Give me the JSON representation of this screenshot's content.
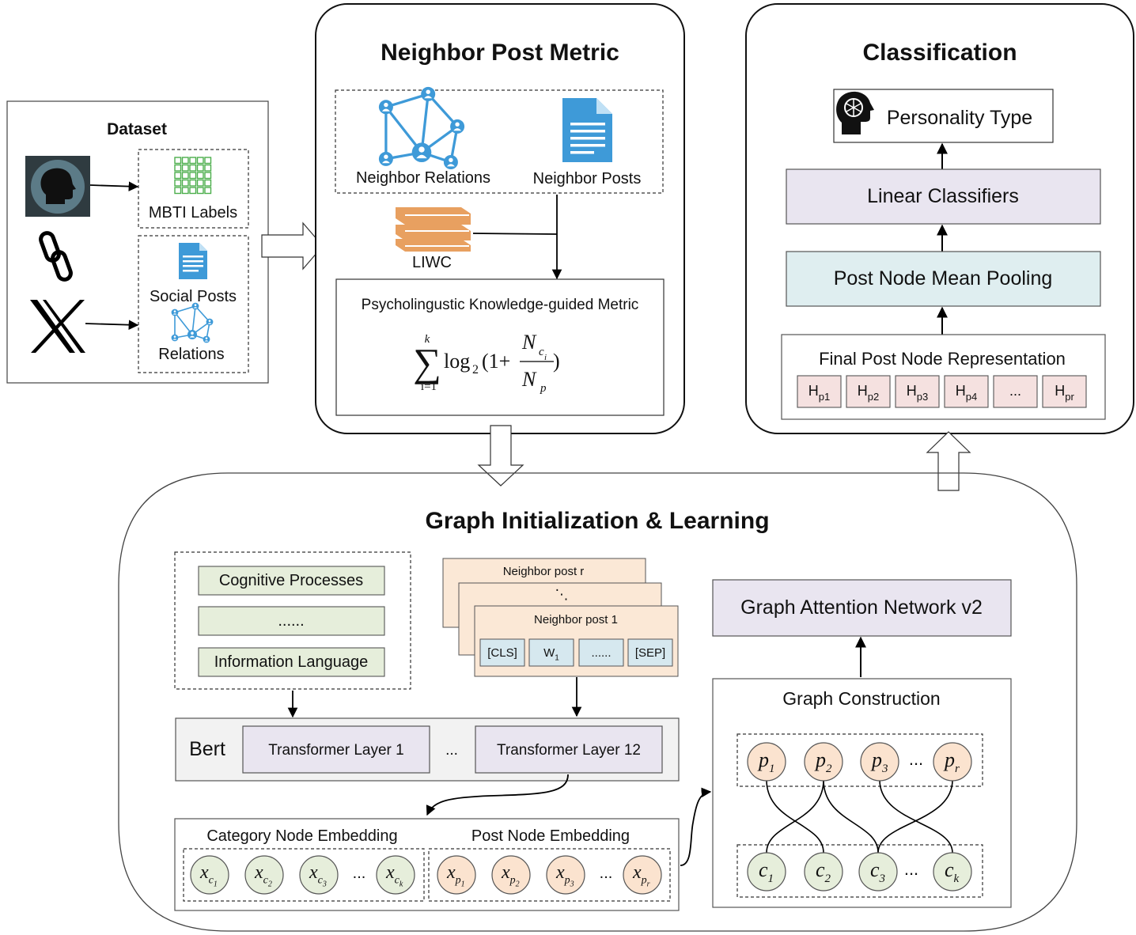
{
  "dataset": {
    "title": "Dataset",
    "mbti_labels": "MBTI Labels",
    "social_posts": "Social Posts",
    "relations": "Relations"
  },
  "npm": {
    "title": "Neighbor Post Metric",
    "neighbor_relations": "Neighbor Relations",
    "neighbor_posts": "Neighbor Posts",
    "liwc": "LIWC",
    "metric_title": "Psycholingustic Knowledge-guided Metric",
    "formula": {
      "sum_upper": "k",
      "sum_lower": "i=1",
      "log": "log",
      "log_sub": "2",
      "open": "(1+",
      "num": "N",
      "num_sub": "c",
      "num_subsub": "i",
      "den": "N",
      "den_sub": "p",
      "close": ")"
    }
  },
  "classification": {
    "title": "Classification",
    "personality_type": "Personality Type",
    "linear_classifiers": "Linear Classifiers",
    "mean_pooling": "Post Node Mean Pooling",
    "final_repr": "Final Post Node Representation",
    "h_cells": [
      {
        "main": "H",
        "sub": "p1"
      },
      {
        "main": "H",
        "sub": "p2"
      },
      {
        "main": "H",
        "sub": "p3"
      },
      {
        "main": "H",
        "sub": "p4"
      },
      {
        "main": "...",
        "sub": ""
      },
      {
        "main": "H",
        "sub": "pr"
      }
    ]
  },
  "gil": {
    "title": "Graph Initialization & Learning",
    "categories": [
      "Cognitive Processes",
      "......",
      "Information Language"
    ],
    "neighbor_post_r": "Neighbor post r",
    "neighbor_post_dots": "⋱",
    "neighbor_post_1": "Neighbor post 1",
    "tokens": [
      {
        "main": "[CLS]",
        "sub": ""
      },
      {
        "main": "W",
        "sub": "1"
      },
      {
        "main": "......",
        "sub": ""
      },
      {
        "main": "[SEP]",
        "sub": ""
      }
    ],
    "bert": "Bert",
    "transformer_1": "Transformer Layer 1",
    "transformer_dots": "...",
    "transformer_12": "Transformer Layer 12",
    "category_embedding": "Category Node Embedding",
    "post_embedding": "Post Node Embedding",
    "cat_nodes": [
      {
        "main": "x",
        "sub": "c",
        "subsub": "1"
      },
      {
        "main": "x",
        "sub": "c",
        "subsub": "2"
      },
      {
        "main": "x",
        "sub": "c",
        "subsub": "3"
      },
      {
        "main": "x",
        "sub": "c",
        "subsub": "k"
      }
    ],
    "post_nodes": [
      {
        "main": "x",
        "sub": "p",
        "subsub": "1"
      },
      {
        "main": "x",
        "sub": "p",
        "subsub": "2"
      },
      {
        "main": "x",
        "sub": "p",
        "subsub": "3"
      },
      {
        "main": "x",
        "sub": "p",
        "subsub": "r"
      }
    ],
    "node_dots": "...",
    "gat": "Graph Attention Network v2",
    "graph_construction": "Graph Construction",
    "p_nodes": [
      {
        "main": "p",
        "sub": "1"
      },
      {
        "main": "p",
        "sub": "2"
      },
      {
        "main": "p",
        "sub": "3"
      },
      {
        "main": "p",
        "sub": "r"
      }
    ],
    "c_nodes": [
      {
        "main": "c",
        "sub": "1"
      },
      {
        "main": "c",
        "sub": "2"
      },
      {
        "main": "c",
        "sub": "3"
      },
      {
        "main": "c",
        "sub": "k"
      }
    ],
    "graph_dots": "..."
  },
  "colors": {
    "purple_box": "#e9e5f0",
    "blue_box": "#dfeef0",
    "pink_cell": "#f5e1e0",
    "green_box": "#e6eedb",
    "green_node": "#e6eedb",
    "orange_node": "#fbe3cf",
    "orange_post": "#fbe8d6",
    "token_blue": "#d6e8ef",
    "bert_bg": "#f2f2f2",
    "icon_blue": "#3e9ad8",
    "icon_green": "#4cae4c",
    "book_orange": "#e8a060",
    "dark_icon": "#2f3b40"
  }
}
